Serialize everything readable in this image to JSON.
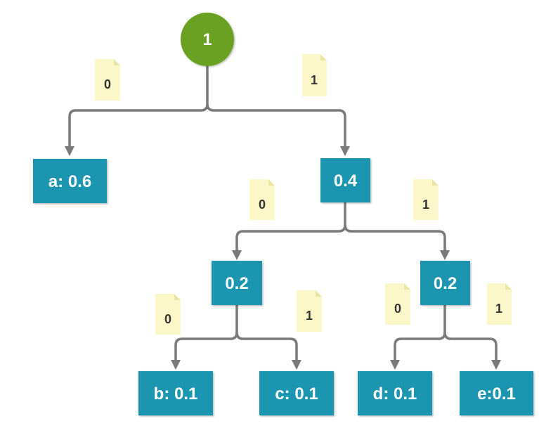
{
  "colors": {
    "root": "#6aa120",
    "node": "#1b96b0",
    "edge": "#7a7a7a",
    "label_bg": "#fbf7c9",
    "label_text": "#333333"
  },
  "nodes": {
    "root": "1",
    "a": "a: 0.6",
    "n04": "0.4",
    "n02_left": "0.2",
    "n02_right": "0.2",
    "b": "b: 0.1",
    "c": "c: 0.1",
    "d": "d: 0.1",
    "e": "e:0.1"
  },
  "edge_labels": {
    "root_a": "0",
    "root_n04": "1",
    "n04_left": "0",
    "n04_right": "1",
    "left_b": "0",
    "left_c": "1",
    "right_d": "0",
    "right_e": "1"
  }
}
